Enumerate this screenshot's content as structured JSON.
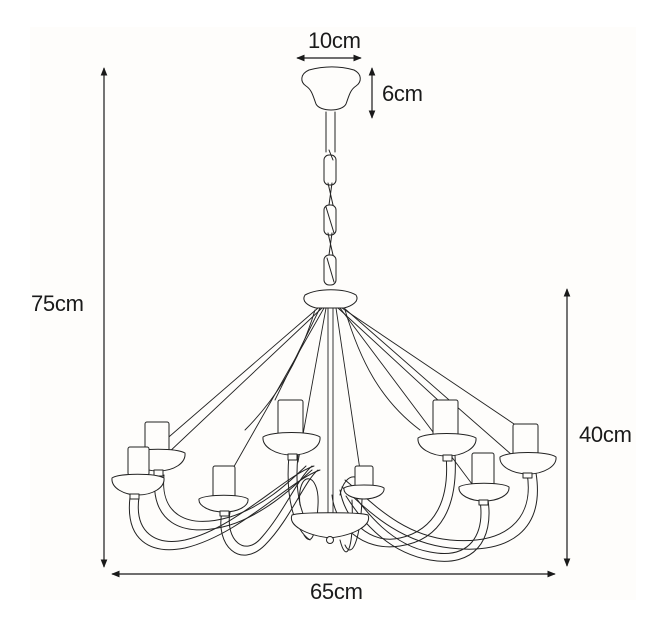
{
  "diagram": {
    "subject": "eight-arm candle chandelier dimension drawing",
    "line_color": "#1a1a1a",
    "background_color": "#fefdfb",
    "dimensions": {
      "canopy_width": {
        "label": "10cm",
        "value": 10,
        "unit": "cm",
        "orientation": "horizontal"
      },
      "canopy_height": {
        "label": "6cm",
        "value": 6,
        "unit": "cm",
        "orientation": "vertical"
      },
      "total_height": {
        "label": "75cm",
        "value": 75,
        "unit": "cm",
        "orientation": "vertical"
      },
      "body_height": {
        "label": "40cm",
        "value": 40,
        "unit": "cm",
        "orientation": "vertical"
      },
      "total_width": {
        "label": "65cm",
        "value": 65,
        "unit": "cm",
        "orientation": "horizontal"
      }
    },
    "parts": [
      "ceiling-canopy",
      "chain",
      "center-cup",
      "support-rods",
      "arms",
      "candle-cups",
      "candles",
      "bottom-bowl",
      "finial"
    ],
    "arm_count": 8
  }
}
